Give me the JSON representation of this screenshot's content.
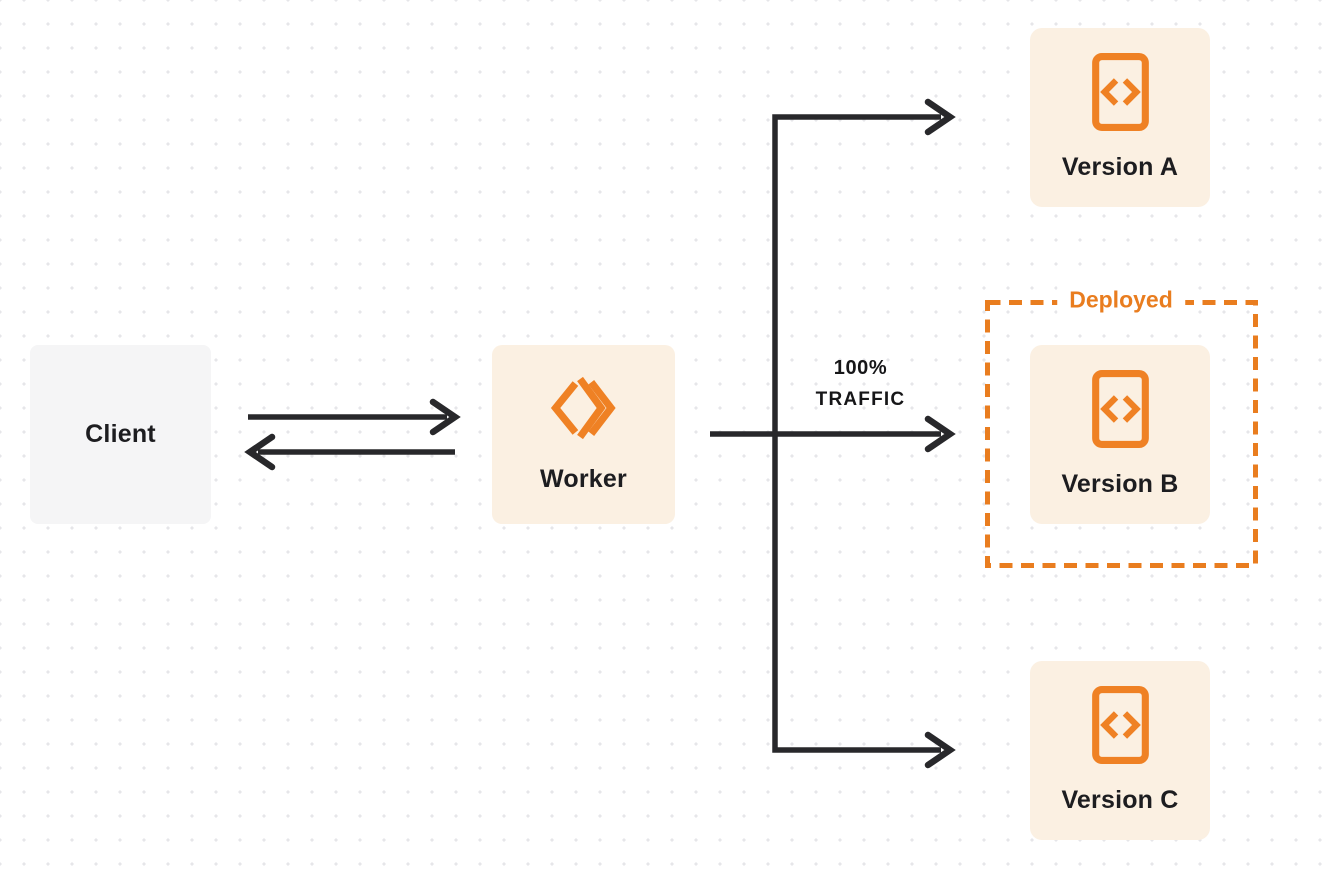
{
  "client": {
    "label": "Client"
  },
  "worker": {
    "label": "Worker"
  },
  "versions": [
    {
      "label": "Version A",
      "deployed": false
    },
    {
      "label": "Version B",
      "deployed": true
    },
    {
      "label": "Version C",
      "deployed": false
    }
  ],
  "deployed": {
    "label": "Deployed"
  },
  "traffic": {
    "line1": "100%",
    "line2": "TRAFFIC"
  },
  "icons": {
    "worker_logo": "cloudflare-workers-logo",
    "version_icon": "code-file-icon"
  },
  "colors": {
    "accent_orange": "#ef8124",
    "deployed_orange": "#e97d1f",
    "node_cream": "#fbf0e2",
    "client_gray": "#f5f5f6",
    "arrow_dark": "#28282b",
    "text_dark": "#1d1d20",
    "dot_grid": "#e6e6e9",
    "background": "#ffffff"
  }
}
